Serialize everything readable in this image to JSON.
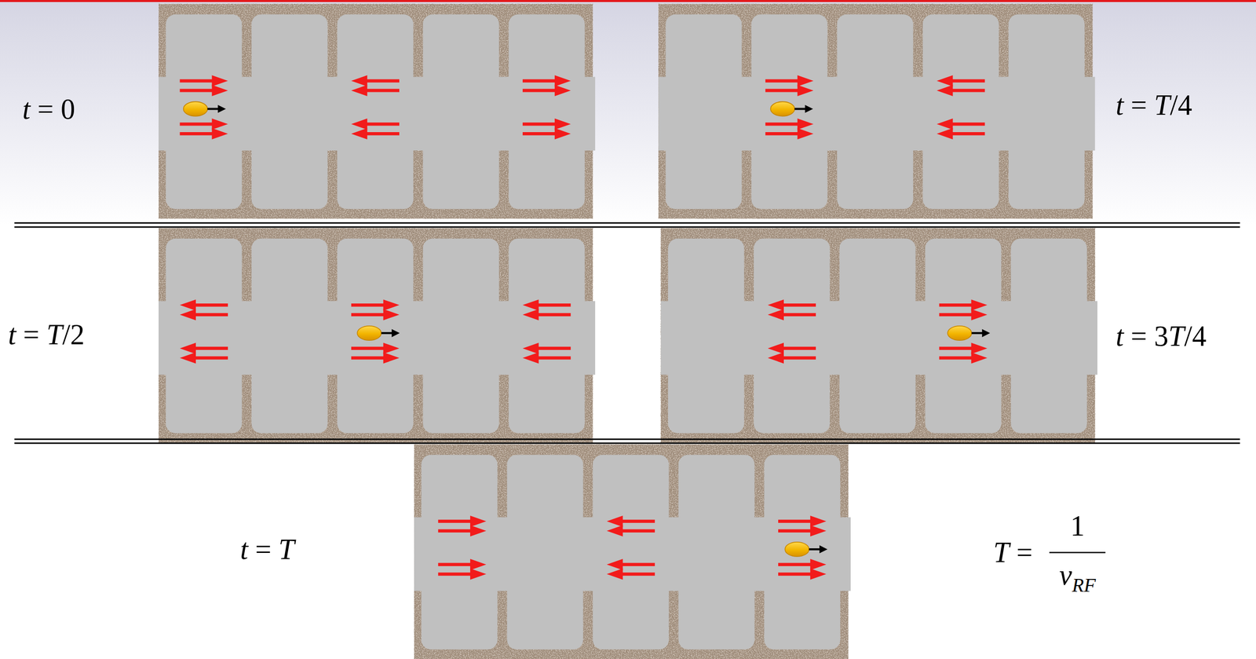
{
  "diagram": {
    "labels": [
      "t = 0",
      "t = T/4",
      "t = T/2",
      "t = 3T/4",
      "t = T",
      "T =",
      "1",
      "ν",
      "RF"
    ]
  }
}
